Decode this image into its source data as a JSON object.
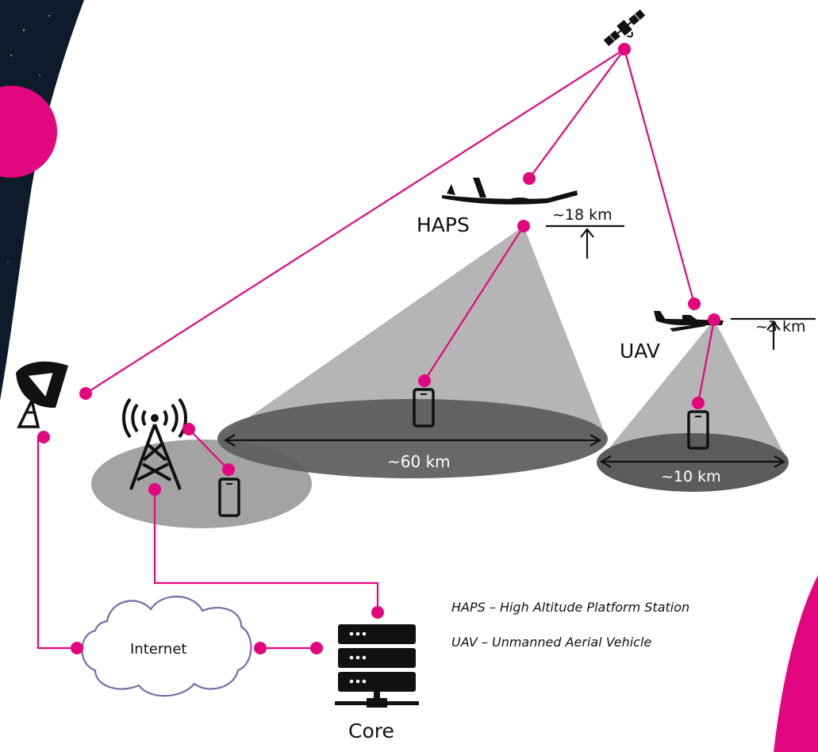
{
  "colors": {
    "accent": "#e2067f",
    "coverage_light": "#b5b5b5",
    "coverage_dark": "#5c5c5c",
    "terrestrial_cell": "#a3a3a3",
    "cloud_stroke": "#7a6aa8",
    "space": "#0d1b2b",
    "ink": "#111111"
  },
  "labels": {
    "haps": "HAPS",
    "uav": "UAV",
    "haps_altitude": "~18 km",
    "uav_altitude": "~3 km",
    "haps_coverage": "~60 km",
    "uav_coverage": "~10 km",
    "internet": "Internet",
    "core": "Core"
  },
  "legend": {
    "haps": "HAPS – High Altitude Platform Station",
    "uav": "UAV – Unmanned Aerial Vehicle"
  },
  "icons": {
    "satellite": "satellite-icon",
    "glider": "glider-icon",
    "drone": "drone-icon",
    "dish": "satellite-dish-icon",
    "tower": "cell-tower-icon",
    "phone": "phone-icon",
    "server": "server-icon",
    "cloud": "cloud-icon"
  }
}
